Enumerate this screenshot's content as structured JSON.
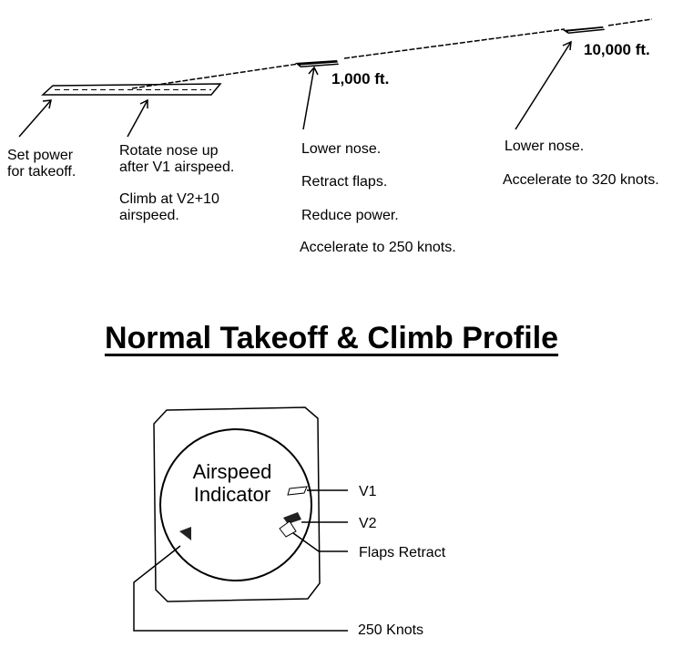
{
  "profile": {
    "altitudes": {
      "alt_1000": "1,000 ft.",
      "alt_10000": "10,000 ft."
    },
    "steps": [
      {
        "lines": [
          "Set power",
          "for takeoff."
        ]
      },
      {
        "lines": [
          "Rotate nose up",
          "after V1 airspeed."
        ],
        "extra": [
          "Climb at V2+10",
          "airspeed."
        ]
      },
      {
        "lines": [
          "Lower nose.",
          "Retract flaps.",
          "Reduce power.",
          "Accelerate to 250 knots."
        ]
      },
      {
        "lines": [
          "Lower nose.",
          "Accelerate to 320 knots."
        ]
      }
    ]
  },
  "title": "Normal Takeoff & Climb Profile",
  "indicator": {
    "label_line1": "Airspeed",
    "label_line2": "Indicator",
    "markers": {
      "v1": "V1",
      "v2": "V2",
      "flaps": "Flaps Retract",
      "knots250": "250 Knots"
    }
  }
}
